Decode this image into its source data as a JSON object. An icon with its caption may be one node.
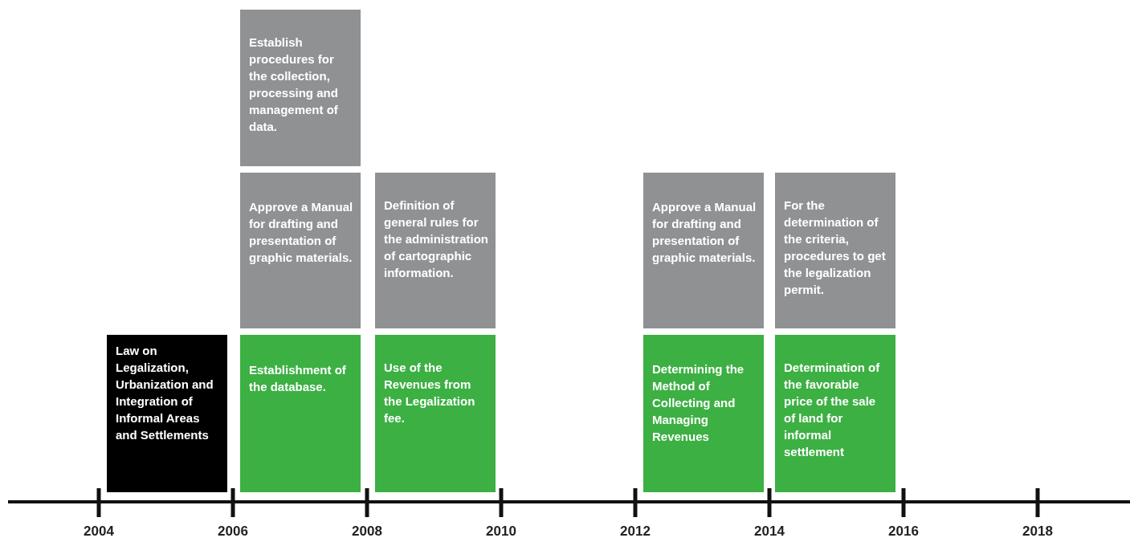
{
  "diagram": {
    "nodes": [
      {
        "text": [
          "Establish procedures for the collection, processing and management of data."
        ]
      },
      {
        "text": [
          "Approve a Manual for drafting and presentation of graphic materials."
        ]
      },
      {
        "text": [
          "Definition of general rules for the administration of cartographic information."
        ]
      },
      {
        "text": [
          "Approve a Manual for drafting and presentation of graphic materials."
        ]
      },
      {
        "text": [
          "For the determination of the criteria, procedures to get the legalization permit."
        ]
      },
      {
        "text": [
          "Law on Legalization, Urbanization and Integration of Informal Areas and Settlements"
        ]
      },
      {
        "text": [
          "Establishment of the database."
        ]
      },
      {
        "text": [
          "Use of the Revenues from the Legalization fee."
        ]
      },
      {
        "text": [
          "Determining the Method of Collecting and Managing Revenues"
        ]
      },
      {
        "text": [
          "Determination of the favorable price of the sale of land for informal settlement"
        ]
      }
    ],
    "labels": [
      "2004",
      "2006",
      "2008",
      "2010",
      "2012",
      "2014",
      "2016",
      "2018"
    ]
  }
}
